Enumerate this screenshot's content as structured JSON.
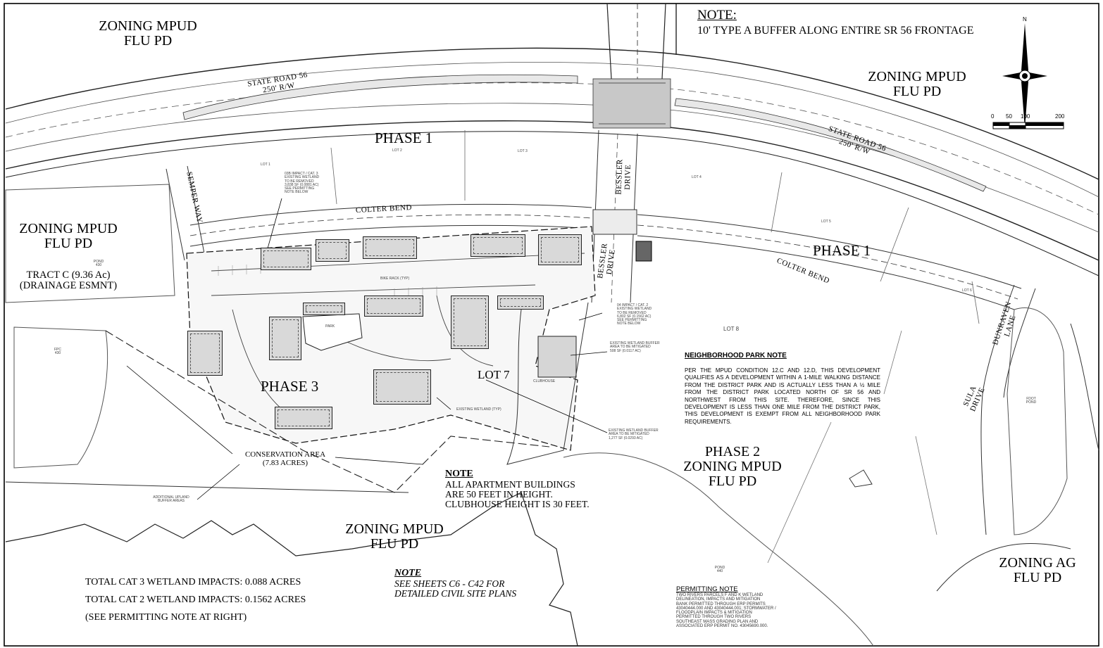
{
  "header_note": {
    "title": "NOTE:",
    "text": "10' TYPE A BUFFER ALONG ENTIRE SR 56 FRONTAGE"
  },
  "north_arrow": {
    "icon": "north-arrow-icon",
    "letter": "N"
  },
  "scale_bar": {
    "ticks": [
      "0",
      "50",
      "100",
      "200"
    ]
  },
  "zoning": {
    "nw": [
      "ZONING MPUD",
      "FLU PD"
    ],
    "ne": [
      "ZONING MPUD",
      "FLU PD"
    ],
    "w": [
      "ZONING MPUD",
      "FLU PD"
    ],
    "s": [
      "ZONING MPUD",
      "FLU PD"
    ],
    "phase2": [
      "PHASE 2",
      "ZONING MPUD",
      "FLU PD"
    ],
    "se": [
      "ZONING AG",
      "FLU PD"
    ]
  },
  "tract": [
    "TRACT C (9.36 Ac)",
    "(DRAINAGE ESMNT)"
  ],
  "roads": {
    "sr56_west": [
      "STATE ROAD 56",
      "250' R/W"
    ],
    "sr56_east": [
      "STATE ROAD 56",
      "250' R/W"
    ],
    "colter_west": "COLTER BEND",
    "colter_east": "COLTER BEND",
    "semper": "SEMPER WAY",
    "bessler_north": [
      "BESSLER",
      "DRIVE"
    ],
    "bessler_south": [
      "BESSLER",
      "DRIVE"
    ],
    "dunraven": [
      "DUNRAVEN",
      "LANE"
    ],
    "sula": [
      "SULA",
      "DRIVE"
    ]
  },
  "phases": {
    "phase1_west": "PHASE 1",
    "phase1_east": "PHASE 1",
    "phase3": "PHASE 3"
  },
  "lots": [
    "LOT 1",
    "LOT 2",
    "LOT 3",
    "LOT 4",
    "LOT 5",
    "LOT 6",
    "LOT 7",
    "LOT 8"
  ],
  "ponds": {
    "pond430": [
      "POND",
      "430"
    ],
    "fpc430": [
      "FPC",
      "430"
    ],
    "pond440": [
      "POND",
      "440"
    ],
    "fdot": [
      "FDOT",
      "POND"
    ]
  },
  "site_labels": {
    "park": "PARK",
    "clubhouse": "CLUBHOUSE",
    "bike_rack": "BIKE RACK (TYP)",
    "existing_wetland": "EXISTING WETLAND (TYP)",
    "conservation": [
      "CONSERVATION AREA",
      "(7.83 ACRES)"
    ],
    "upland": [
      "ADDITIONAL UPLAND",
      "BUFFER AREAS"
    ]
  },
  "impact_notes": {
    "impact03b": [
      "03B IMPACT / CAT. 3",
      "EXISTING WETLAND",
      "TO BE REMOVED",
      "3,838 SF (0.0881 AC)",
      "SEE PERMITTING",
      "NOTE BELOW"
    ],
    "impact04": [
      "04 IMPACT / CAT. 2",
      "EXISTING WETLAND",
      "TO BE REMOVED",
      "6,802 SF (0.1562 AC)",
      "SEE PERMITTING",
      "NOTE BELOW"
    ],
    "buffer1": [
      "EXISTING WETLAND BUFFER",
      "AREA TO BE MITIGATED",
      "508 SF (0.0117 AC)"
    ],
    "buffer2": [
      "EXISTING WETLAND BUFFER",
      "AREA TO BE MITIGATED",
      "1,277 SF (0.0293 AC)"
    ]
  },
  "neighborhood_park_note": {
    "title": "NEIGHBORHOOD PARK NOTE",
    "text": "PER THE MPUD CONDITION 12.C AND 12.D, THIS DEVELOPMENT QUALIFIES AS A DEVELOPMENT WITHIN A 1-MILE WALKING DISTANCE FROM THE DISTRICT PARK AND IS ACTUALLY LESS THAN A ½ MILE FROM THE DISTRICT PARK LOCATED NORTH OF SR 56 AND NORTHWEST FROM THIS SITE. THEREFORE, SINCE THIS DEVELOPMENT IS LESS THAN ONE MILE FROM THE DISTRICT PARK, THIS DEVELOPMENT IS EXEMPT FROM ALL NEIGHBORHOOD PARK REQUIREMENTS."
  },
  "height_note": {
    "title": "NOTE",
    "lines": [
      "ALL APARTMENT BUILDINGS",
      "ARE 50 FEET IN HEIGHT.",
      "CLUBHOUSE HEIGHT IS 30 FEET."
    ]
  },
  "sheets_note": {
    "title": "NOTE",
    "lines": [
      "SEE SHEETS C6 - C42 FOR",
      "DETAILED CIVIL SITE PLANS"
    ]
  },
  "totals": [
    "TOTAL CAT 3 WETLAND IMPACTS: 0.088 ACRES",
    "TOTAL CAT 2 WETLAND IMPACTS: 0.1562 ACRES",
    "(SEE PERMITTING NOTE AT RIGHT)"
  ],
  "permitting_note": {
    "title": "PERMITTING NOTE",
    "lines": [
      "TWO RIVERS PARCELS F AND K WETLAND",
      "DELINEATION, IMPACTS AND MITIGATION",
      "BANK PERMITTED THROUGH ERP PERMITS",
      "43040444.000 AND 43040444.001;  STORMWATER /",
      "FLOODPLAIN IMPACTS & MITIGATION",
      "PERMITTED THROUGH TWO RIVERS",
      "SOUTHEAST MASS GRADING PLAN AND",
      "ASSOCIATED ERP PERMIT NO. 43045690.000."
    ]
  }
}
